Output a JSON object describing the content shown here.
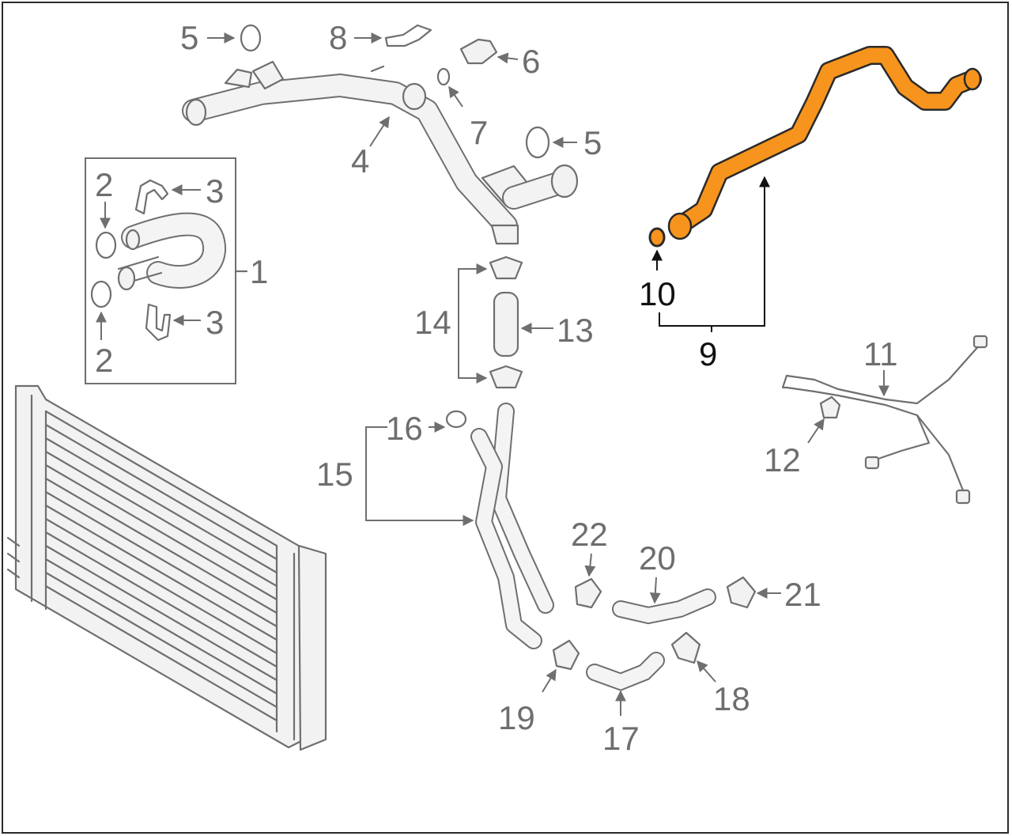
{
  "diagram": {
    "highlight_color": "#f7941d",
    "line_color": "#6f6f6f",
    "label_color": "#6e6e6e",
    "highlight_label_color": "#111111",
    "callouts": [
      {
        "id": "c1",
        "text": "1"
      },
      {
        "id": "c2a",
        "text": "2"
      },
      {
        "id": "c2b",
        "text": "2"
      },
      {
        "id": "c3a",
        "text": "3"
      },
      {
        "id": "c3b",
        "text": "3"
      },
      {
        "id": "c4",
        "text": "4"
      },
      {
        "id": "c5a",
        "text": "5"
      },
      {
        "id": "c5b",
        "text": "5"
      },
      {
        "id": "c6",
        "text": "6"
      },
      {
        "id": "c7",
        "text": "7"
      },
      {
        "id": "c8",
        "text": "8"
      },
      {
        "id": "c9",
        "text": "9"
      },
      {
        "id": "c10",
        "text": "10"
      },
      {
        "id": "c11",
        "text": "11"
      },
      {
        "id": "c12",
        "text": "12"
      },
      {
        "id": "c13",
        "text": "13"
      },
      {
        "id": "c14",
        "text": "14"
      },
      {
        "id": "c15",
        "text": "15"
      },
      {
        "id": "c16",
        "text": "16"
      },
      {
        "id": "c17",
        "text": "17"
      },
      {
        "id": "c18",
        "text": "18"
      },
      {
        "id": "c19",
        "text": "19"
      },
      {
        "id": "c20",
        "text": "20"
      },
      {
        "id": "c21",
        "text": "21"
      },
      {
        "id": "c22",
        "text": "22"
      }
    ],
    "highlighted_part": "9"
  }
}
